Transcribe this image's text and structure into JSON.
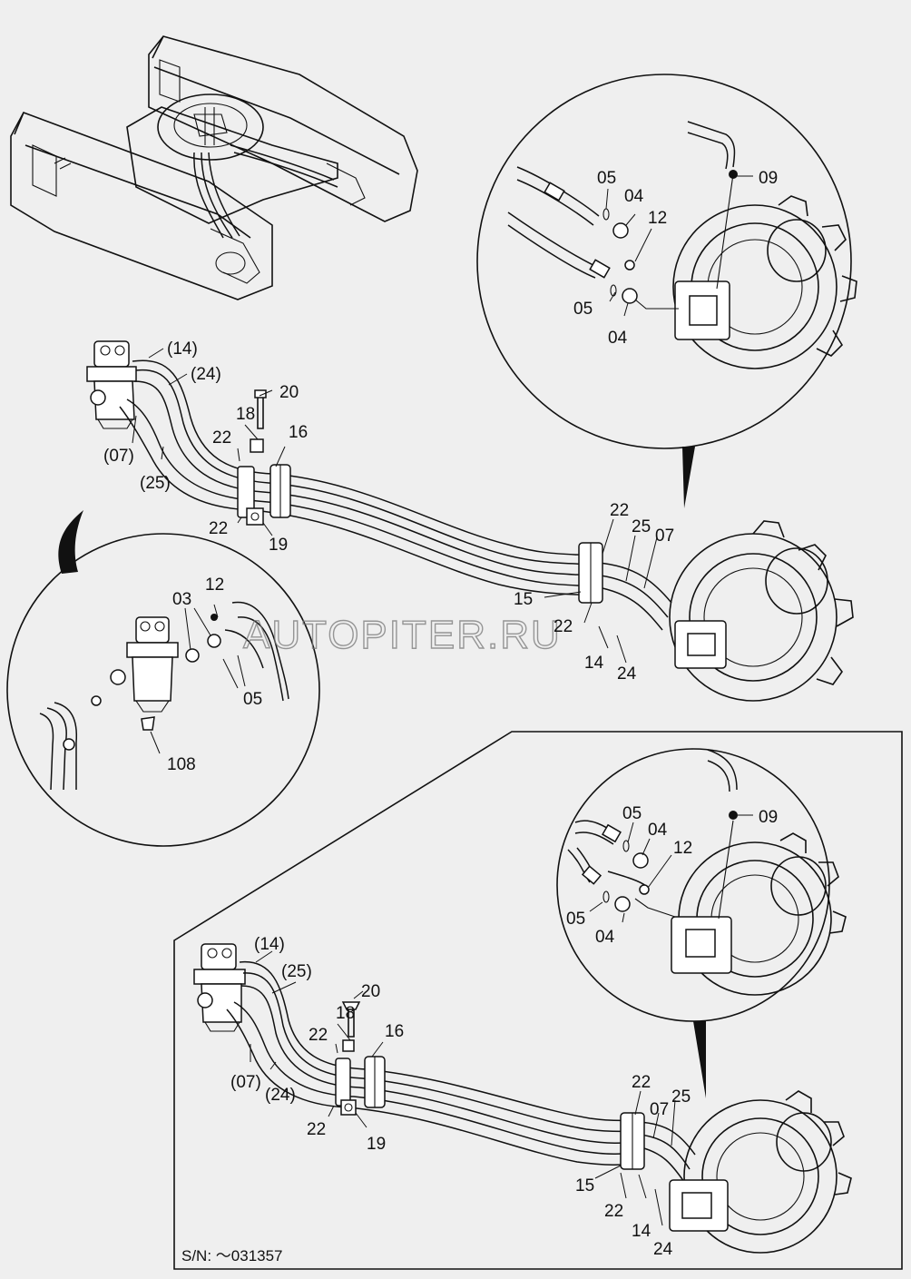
{
  "watermark": "AUTOPITER.RU",
  "serial_note": "S/N: ～031357",
  "upper_labels": [
    {
      "id": "u14",
      "text": "(14)"
    },
    {
      "id": "u24",
      "text": "(24)"
    },
    {
      "id": "u07",
      "text": "(07)"
    },
    {
      "id": "u25",
      "text": "(25)"
    },
    {
      "id": "u20",
      "text": "20"
    },
    {
      "id": "u18",
      "text": "18"
    },
    {
      "id": "u22a",
      "text": "22"
    },
    {
      "id": "u16",
      "text": "16"
    },
    {
      "id": "u22b",
      "text": "22"
    },
    {
      "id": "u19",
      "text": "19"
    },
    {
      "id": "u22c",
      "text": "22"
    },
    {
      "id": "u25b",
      "text": "25"
    },
    {
      "id": "u07b",
      "text": "07"
    },
    {
      "id": "u15",
      "text": "15"
    },
    {
      "id": "u22d",
      "text": "22"
    },
    {
      "id": "u14b",
      "text": "14"
    },
    {
      "id": "u24b",
      "text": "24"
    }
  ],
  "upper_detail_labels": [
    {
      "id": "d05a",
      "text": "05"
    },
    {
      "id": "d04a",
      "text": "04"
    },
    {
      "id": "d09",
      "text": "09"
    },
    {
      "id": "d12",
      "text": "12"
    },
    {
      "id": "d05b",
      "text": "05"
    },
    {
      "id": "d04b",
      "text": "04"
    }
  ],
  "swivel_detail_labels": [
    {
      "id": "s03",
      "text": "03"
    },
    {
      "id": "s12",
      "text": "12"
    },
    {
      "id": "s05",
      "text": "05"
    },
    {
      "id": "s108",
      "text": "108"
    }
  ],
  "lower_labels": [
    {
      "id": "l14",
      "text": "(14)"
    },
    {
      "id": "l25",
      "text": "(25)"
    },
    {
      "id": "l20",
      "text": "20"
    },
    {
      "id": "l18",
      "text": "18"
    },
    {
      "id": "l22a",
      "text": "22"
    },
    {
      "id": "l16",
      "text": "16"
    },
    {
      "id": "l07",
      "text": "(07)"
    },
    {
      "id": "l24",
      "text": "(24)"
    },
    {
      "id": "l22b",
      "text": "22"
    },
    {
      "id": "l19",
      "text": "19"
    },
    {
      "id": "l22c",
      "text": "22"
    },
    {
      "id": "l25b",
      "text": "25"
    },
    {
      "id": "l07b",
      "text": "07"
    },
    {
      "id": "l15",
      "text": "15"
    },
    {
      "id": "l22d",
      "text": "22"
    },
    {
      "id": "l14b",
      "text": "14"
    },
    {
      "id": "l24b",
      "text": "24"
    }
  ],
  "lower_detail_labels": [
    {
      "id": "e05a",
      "text": "05"
    },
    {
      "id": "e04a",
      "text": "04"
    },
    {
      "id": "e09",
      "text": "09"
    },
    {
      "id": "e12",
      "text": "12"
    },
    {
      "id": "e05b",
      "text": "05"
    },
    {
      "id": "e04b",
      "text": "04"
    }
  ]
}
